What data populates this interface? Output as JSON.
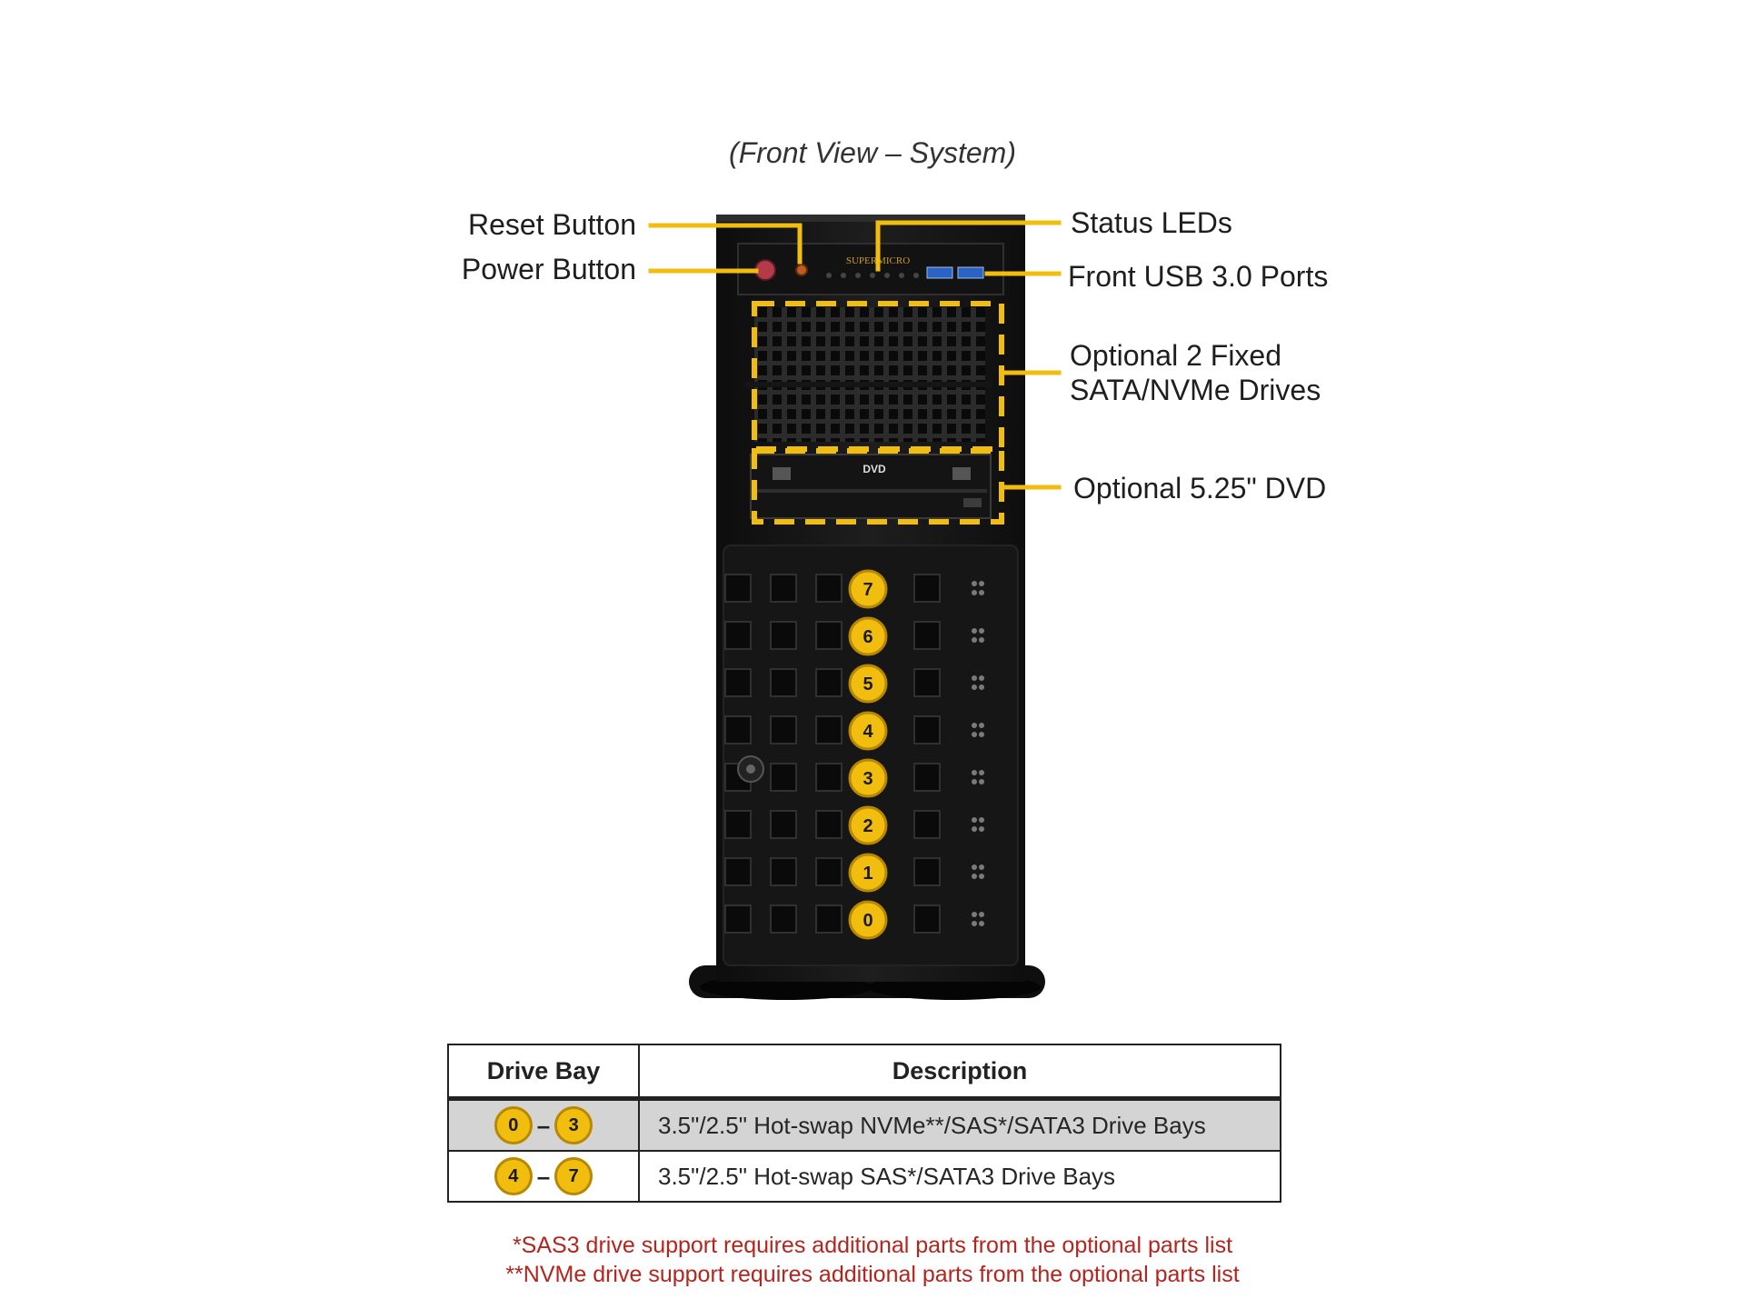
{
  "caption": "(Front View – System)",
  "callouts": {
    "reset_button": "Reset Button",
    "power_button": "Power Button",
    "status_leds": "Status LEDs",
    "front_usb": "Front USB 3.0 Ports",
    "fixed_drives_line1": "Optional 2 Fixed",
    "fixed_drives_line2": "SATA/NVMe Drives",
    "dvd": "Optional 5.25\" DVD"
  },
  "chassis": {
    "brand": "SUPERMICRO",
    "dvd_logo": "DVD",
    "bay_numbers": [
      "7",
      "6",
      "5",
      "4",
      "3",
      "2",
      "1",
      "0"
    ]
  },
  "table": {
    "headers": [
      "Drive Bay",
      "Description"
    ],
    "rows": [
      {
        "from": "0",
        "to": "3",
        "description": "3.5\"/2.5\"  Hot-swap  NVMe**/SAS*/SATA3 Drive  Bays"
      },
      {
        "from": "4",
        "to": "7",
        "description": "3.5\"/2.5\"  Hot-swap  SAS*/SATA3 Drive  Bays"
      }
    ]
  },
  "notes": [
    "*SAS3 drive  support  requires  additional  parts from  the optional  parts  list",
    "**NVMe drive  support  requires  additional  parts from  the optional  parts  list"
  ],
  "colors": {
    "accent_yellow": "#f1be0f",
    "chassis_black": "#151515",
    "note_red": "#b3261e"
  }
}
